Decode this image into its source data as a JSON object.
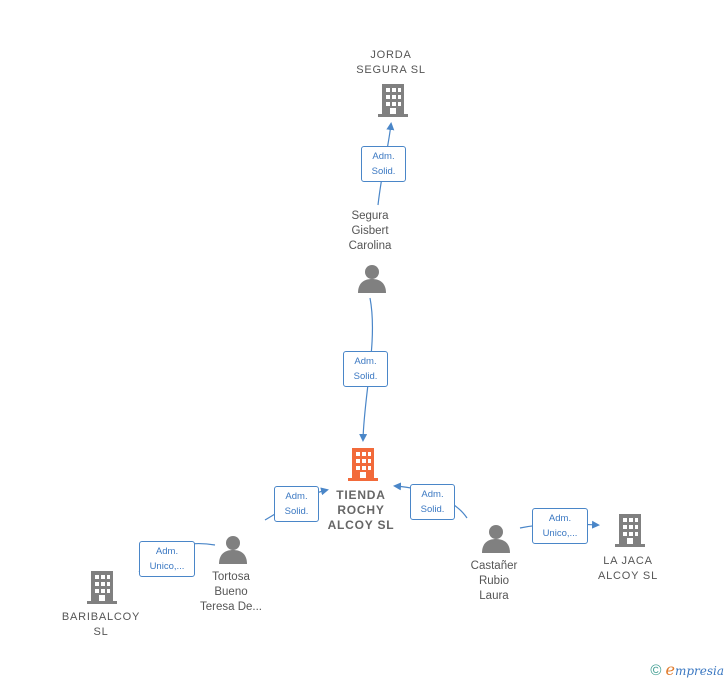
{
  "nodes": {
    "jorda": {
      "label": "JORDA\nSEGURA  SL",
      "type": "company"
    },
    "segura": {
      "label": "Segura\nGisbert\nCarolina",
      "type": "person"
    },
    "tienda": {
      "label": "TIENDA\nROCHY\nALCOY  SL",
      "type": "company-main"
    },
    "tortosa": {
      "label": "Tortosa\nBueno\nTeresa De...",
      "type": "person"
    },
    "baribalcoy": {
      "label": "BARIBALCOY\nSL",
      "type": "company"
    },
    "castaner": {
      "label": "Castañer\nRubio\nLaura",
      "type": "person"
    },
    "lajaca": {
      "label": "LA JACA\nALCOY  SL",
      "type": "company"
    }
  },
  "edges": {
    "segura_jorda": {
      "label": "Adm.\nSolid."
    },
    "segura_tienda": {
      "label": "Adm.\nSolid."
    },
    "tortosa_tienda": {
      "label": "Adm.\nSolid."
    },
    "castaner_tienda": {
      "label": "Adm.\nSolid."
    },
    "tortosa_baribalcoy": {
      "label": "Adm.\nUnico,..."
    },
    "castaner_lajaca": {
      "label": "Adm.\nUnico,..."
    }
  },
  "colors": {
    "edge": "#4a86c8",
    "company_icon": "#808080",
    "main_company_icon": "#f26a3a",
    "person_icon": "#808080"
  },
  "footer": {
    "copyright": "©",
    "brand_first": "e",
    "brand_rest": "mpresia"
  }
}
